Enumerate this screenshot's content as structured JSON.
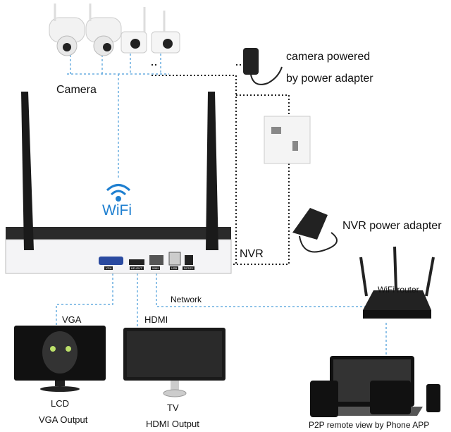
{
  "labels": {
    "camera": "Camera",
    "camera_power": [
      "camera powered",
      "by power adapter"
    ],
    "wifi": "WiFi",
    "nvr_power": "NVR power adapter",
    "nvr": "NVR",
    "network": "Network",
    "wifi_router": "WiFi router",
    "vga": "VGA",
    "hdmi": "HDMI",
    "lcd": "LCD",
    "vga_output": "VGA Output",
    "tv": "TV",
    "hdmi_output": "HDMI Output",
    "p2p": "P2P remote view by Phone APP"
  },
  "ports": [
    "VGA",
    "HD-OUT",
    "WAN",
    "USB",
    "DC12V"
  ],
  "colors": {
    "wifi_blue": "#1e7fd0",
    "link_blue": "#7fb6e0"
  }
}
